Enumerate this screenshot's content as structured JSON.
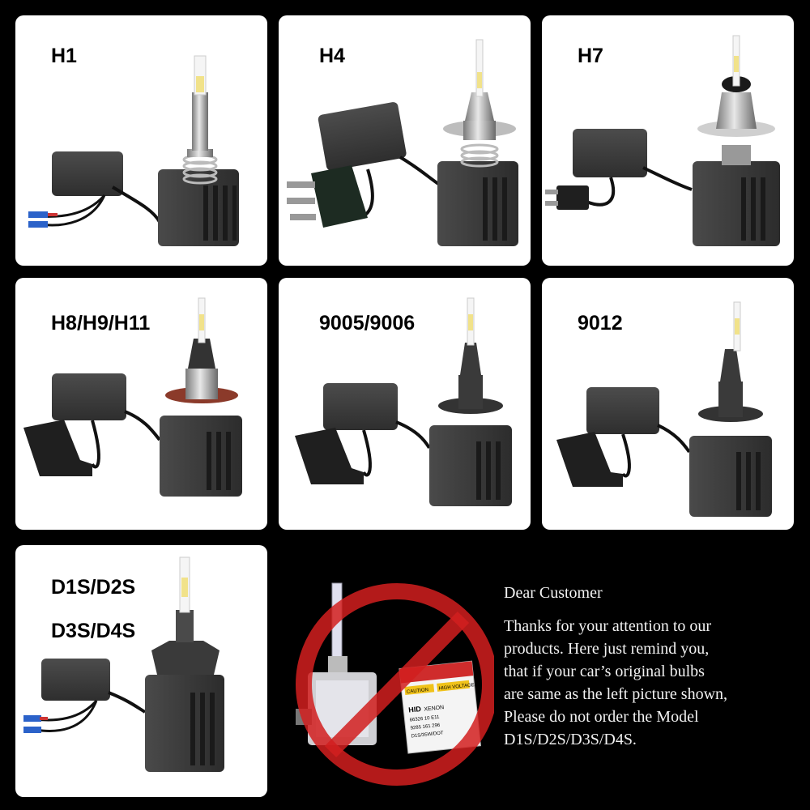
{
  "cards": [
    {
      "title": "H1"
    },
    {
      "title": "H4"
    },
    {
      "title": "H7"
    },
    {
      "title": "H8/H9/H11"
    },
    {
      "title": "9005/9006"
    },
    {
      "title": "9012"
    },
    {
      "title_line1": "D1S/D2S",
      "title_line2": "D3S/D4S"
    }
  ],
  "not_supported": {
    "box_caution": "CAUTION",
    "box_high_voltage": "HIGH VOLTAGE",
    "box_brand": "HID",
    "box_type": "XENON",
    "box_code1": "66326  10 E11",
    "box_code2": "9285 161 296",
    "box_code3": "D1S/35W/DOT"
  },
  "note": {
    "greeting": "Dear Customer",
    "lines": [
      "Thanks for your attention to our",
      "products. Here just remind you,",
      "that if your car’s original bulbs",
      "are same as the left picture shown,",
      "Please do not order the Model",
      "D1S/D2S/D3S/D4S."
    ]
  },
  "colors": {
    "background": "#000000",
    "card": "#ffffff",
    "prohibit_red": "#d21f1f"
  }
}
